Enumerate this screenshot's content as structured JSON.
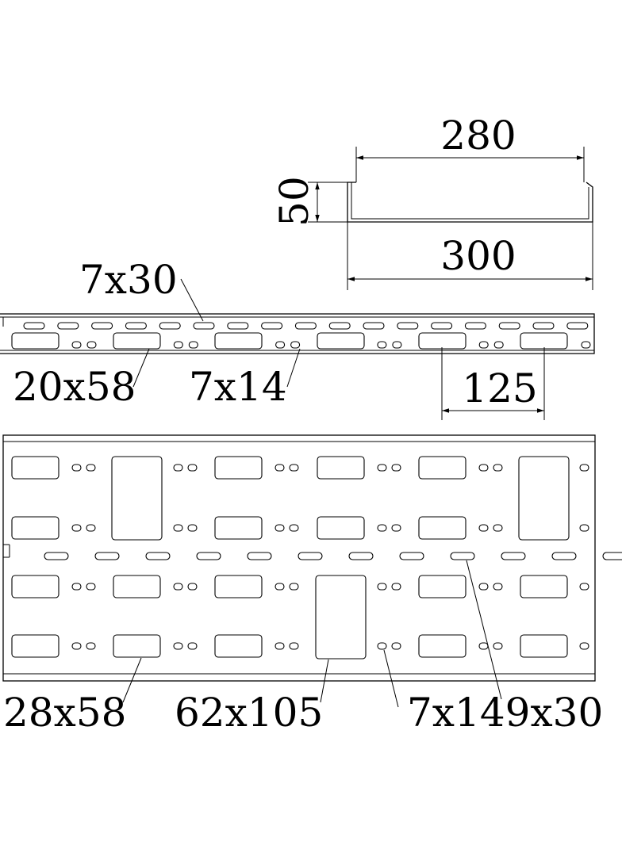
{
  "dimensions": {
    "top_width": "280",
    "bottom_width": "300",
    "height": "50",
    "pitch": "125"
  },
  "labels": {
    "small_slot": "7x30",
    "side_rect": "20x58",
    "side_small": "7x14",
    "base_rect": "28x58",
    "base_big": "62x105",
    "base_long": "7x149x30"
  }
}
